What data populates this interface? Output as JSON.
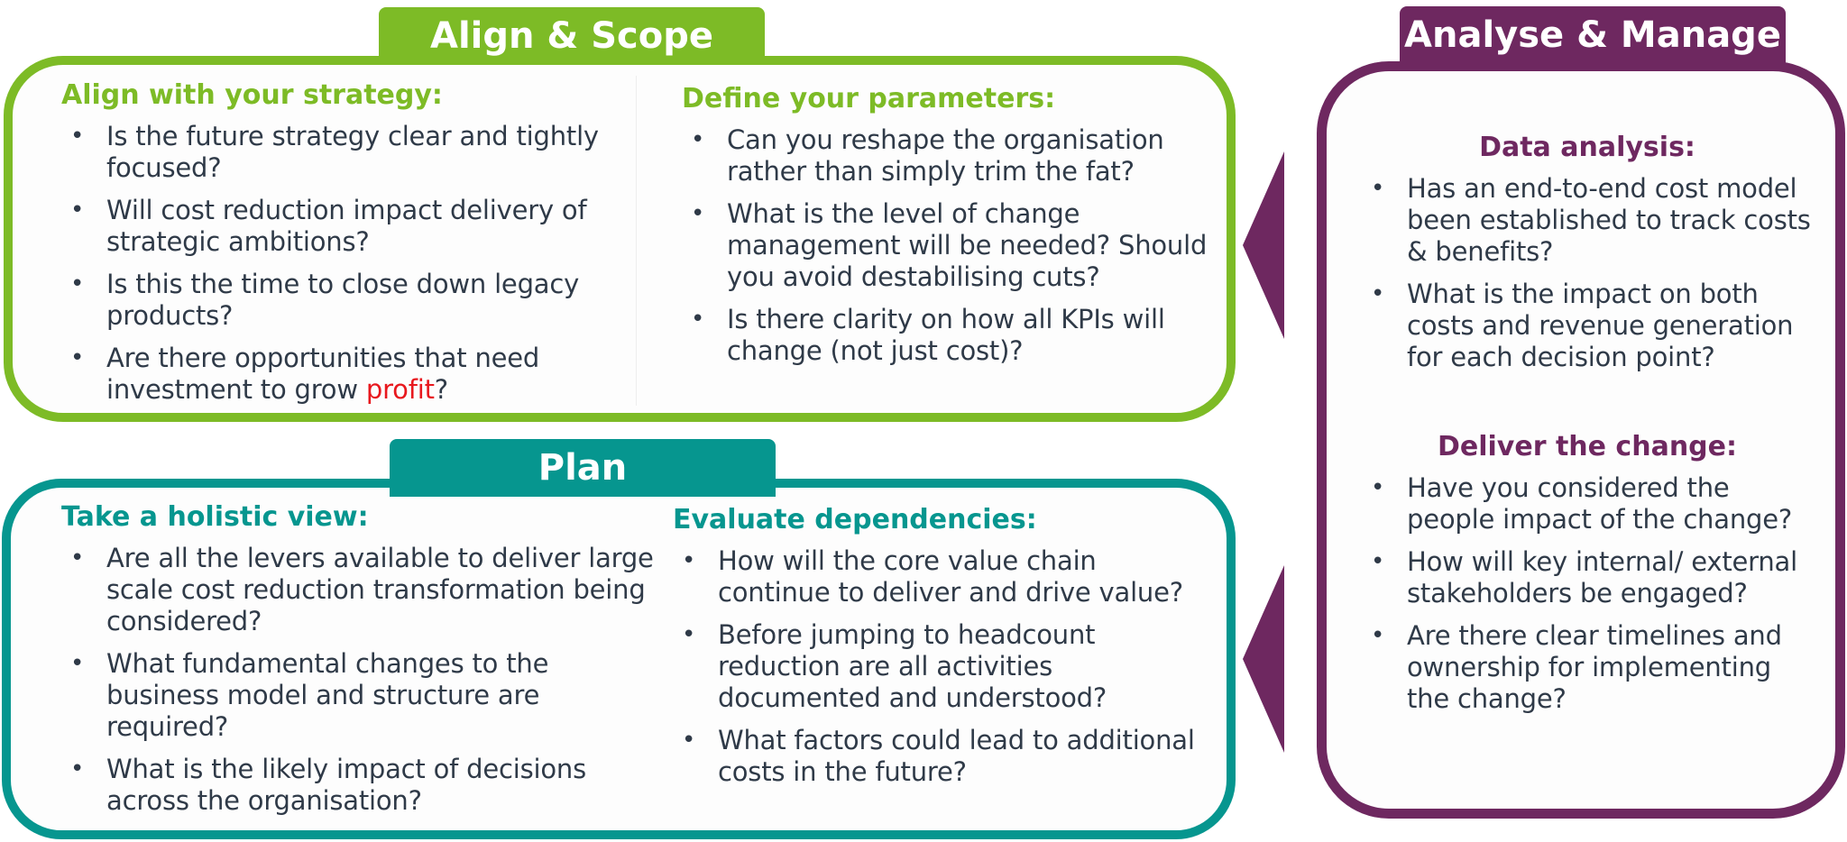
{
  "align_scope": {
    "title": "Align & Scope",
    "left": {
      "heading": "Align with your strategy:",
      "items": [
        "Is the future strategy clear and tightly focused?",
        "Will cost reduction impact delivery of strategic ambitions?",
        "Is this the time to close down legacy products?"
      ],
      "last_item_prefix": "Are there opportunities that need investment to grow ",
      "last_item_highlight": "profit",
      "last_item_suffix": "?"
    },
    "right": {
      "heading": "Define your parameters:",
      "items": [
        "Can you reshape the organisation rather than simply trim the fat?",
        "What is the level of change management will be needed? Should you avoid destabilising cuts?",
        "Is there clarity on how all KPIs will change (not just cost)?"
      ]
    }
  },
  "plan": {
    "title": "Plan",
    "left": {
      "heading": "Take a holistic view:",
      "items": [
        "Are all the levers available to deliver large scale cost reduction transformation being considered?",
        "What fundamental changes to the business model and structure are required?",
        "What is the likely impact of decisions across the organisation?"
      ]
    },
    "right": {
      "heading": "Evaluate dependencies:",
      "items": [
        "How will the core value chain continue to deliver and drive value?",
        "Before jumping to headcount reduction are all activities documented and understood?",
        "What factors could lead to additional costs in the future?"
      ]
    }
  },
  "analyse_manage": {
    "title": "Analyse & Manage",
    "data_analysis": {
      "heading": "Data analysis:",
      "items": [
        "Has an end-to-end cost model been established to track costs & benefits?",
        "What is the impact on both costs and revenue generation for each decision point?"
      ]
    },
    "deliver_change": {
      "heading": "Deliver the change:",
      "items": [
        "Have you considered the people impact of the change?",
        "How will key internal/ external stakeholders be engaged?",
        "Are there clear timelines and ownership for implementing the change?"
      ]
    }
  },
  "colors": {
    "green": "#7dbb26",
    "teal": "#06968f",
    "purple": "#6e2860",
    "highlight": "#e8181e"
  }
}
